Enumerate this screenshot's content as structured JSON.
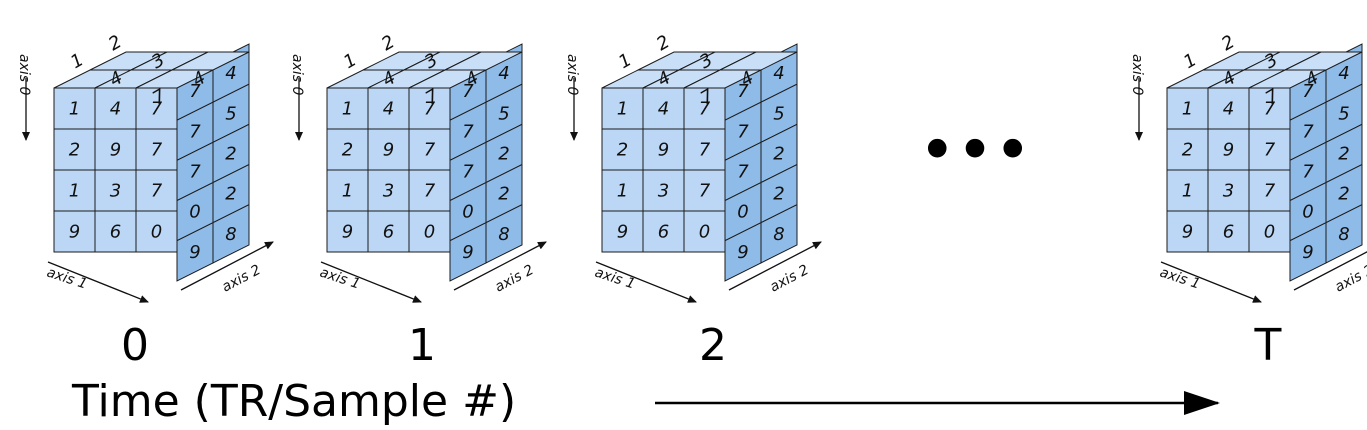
{
  "diagram": {
    "volumes": [
      {
        "time_label": "0"
      },
      {
        "time_label": "1"
      },
      {
        "time_label": "2"
      },
      {
        "time_label": "T"
      }
    ],
    "ellipsis": "•••",
    "axis_labels": {
      "axis0": "axis 0",
      "axis1": "axis 1",
      "axis2": "axis 2"
    },
    "front_values": [
      [
        "1",
        "4",
        "7"
      ],
      [
        "2",
        "9",
        "7"
      ],
      [
        "1",
        "3",
        "7"
      ],
      [
        "9",
        "6",
        "0"
      ]
    ],
    "top_values": [
      [
        "1",
        "2"
      ],
      [
        "4",
        "3"
      ],
      [
        "7",
        "4"
      ]
    ],
    "side_values": [
      [
        "7",
        "4"
      ],
      [
        "7",
        "5"
      ],
      [
        "7",
        "2"
      ],
      [
        "0",
        "2"
      ],
      [
        "9",
        "8"
      ]
    ],
    "caption": "Time (TR/Sample #)",
    "colors": {
      "top": "#c8dff7",
      "front": "#bcd7f5",
      "side": "#8fbbe8",
      "line": "#1b1b1b"
    }
  }
}
